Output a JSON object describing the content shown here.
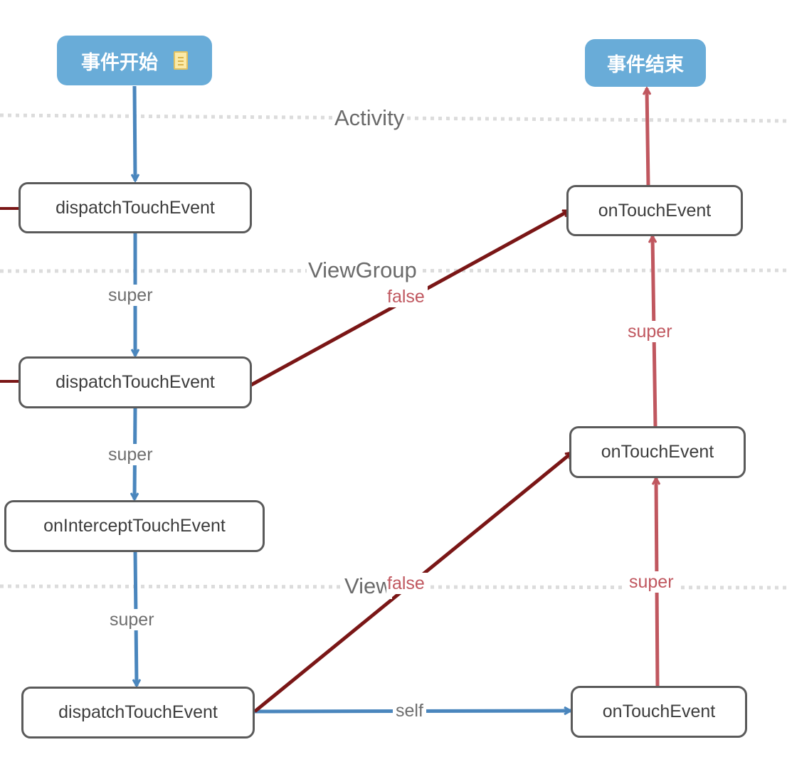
{
  "colors": {
    "call_down": "#4a86bd",
    "return_up": "#c0575f",
    "false_return": "#7a1616",
    "terminal": "#69acd8",
    "node_border": "#5a5a5a",
    "layer_divider": "#dcdcdc"
  },
  "terminals": {
    "start": "事件开始",
    "start_icon": "note-icon",
    "end": "事件结束"
  },
  "layers": {
    "activity": "Activity",
    "viewgroup": "ViewGroup",
    "view": "View"
  },
  "nodes": {
    "activity_dispatch": "dispatchTouchEvent",
    "activity_on_touch": "onTouchEvent",
    "viewgroup_dispatch": "dispatchTouchEvent",
    "viewgroup_intercept": "onInterceptTouchEvent",
    "viewgroup_on_touch": "onTouchEvent",
    "view_dispatch": "dispatchTouchEvent",
    "view_on_touch": "onTouchEvent"
  },
  "edge_labels": {
    "activity_to_viewgroup": "super",
    "dispatch_to_intercept": "super",
    "intercept_to_view": "super",
    "viewgroup_false": "false",
    "view_false": "false",
    "view_self": "self",
    "view_to_viewgroup_up": "super",
    "viewgroup_to_activity_up": "super"
  }
}
